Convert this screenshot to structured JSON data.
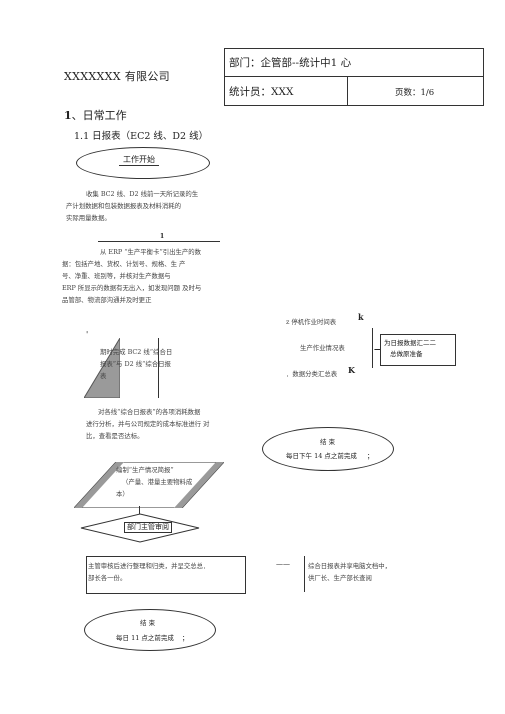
{
  "header": {
    "company": "XXXXXXX 有限公司",
    "department": "部门：企管部--统计中1 心",
    "statistician": "统计员：XXX",
    "pages": "页数：1/6"
  },
  "section": {
    "heading_num": "1",
    "heading_text": "、日常工作",
    "subheading": "1.1 日报表（EC2 线、D2 线）"
  },
  "flow": {
    "start": "工作开始",
    "collect_1": "收集 BC2 线、D2 线前一天所记录的生",
    "collect_2": "产计划数据和包装数据报表及材料消耗的",
    "collect_3": "实际用量数据。",
    "step_marker": "1",
    "erp_1": "从 ERP “生产平衡卡”引出生产的数",
    "erp_2": "据：包括产地、货权、计划号、规格、生 产",
    "erp_3": "号、净重、班别等，并核对生产数据与",
    "erp_4": "ERP 所显示的数据有无出入，如发现问题 及时与",
    "erp_5": "品管部、物流部沟通并及时更正",
    "tri_mark": "'",
    "tri_1": "期时完成 BC2 线“综合日",
    "tri_2": "报表”与 D2 线“综合日报",
    "tri_3": "表",
    "analysis_1": "对各线“综合日报表”的各项消耗数据",
    "analysis_2": "进行分析，并与公司规定的成本标准进行 对",
    "analysis_3": "比，查看是否达标。",
    "para_1": "编制“生产情况简报”",
    "para_2": "（产量、港量主要物料成",
    "para_3": "本）",
    "decision": "部门主管审阅",
    "summary_1": "主管审核后进行整理和归类，并呈交总总．",
    "summary_2": "部长各一份。",
    "end_label": "结 束",
    "end_time": "每日 11 点之前完成",
    "end_tick": "；"
  },
  "right_flow": {
    "item1": "z 停机作业时间表",
    "item1_mark": "k",
    "item2": "生产作业情况表",
    "item3": "．数据分类汇总表",
    "item3_mark": "K",
    "box_1": "为日报数据汇二二",
    "box_2": "总做原准备",
    "box_mark": "—",
    "end_label": "结 束",
    "end_time": "每日下午 14 点之前完成",
    "end_tick": "；",
    "share_1": "综合日报表并享电脑文档中，",
    "share_2": "供厂长、生产部长查阅",
    "connector": "——"
  }
}
